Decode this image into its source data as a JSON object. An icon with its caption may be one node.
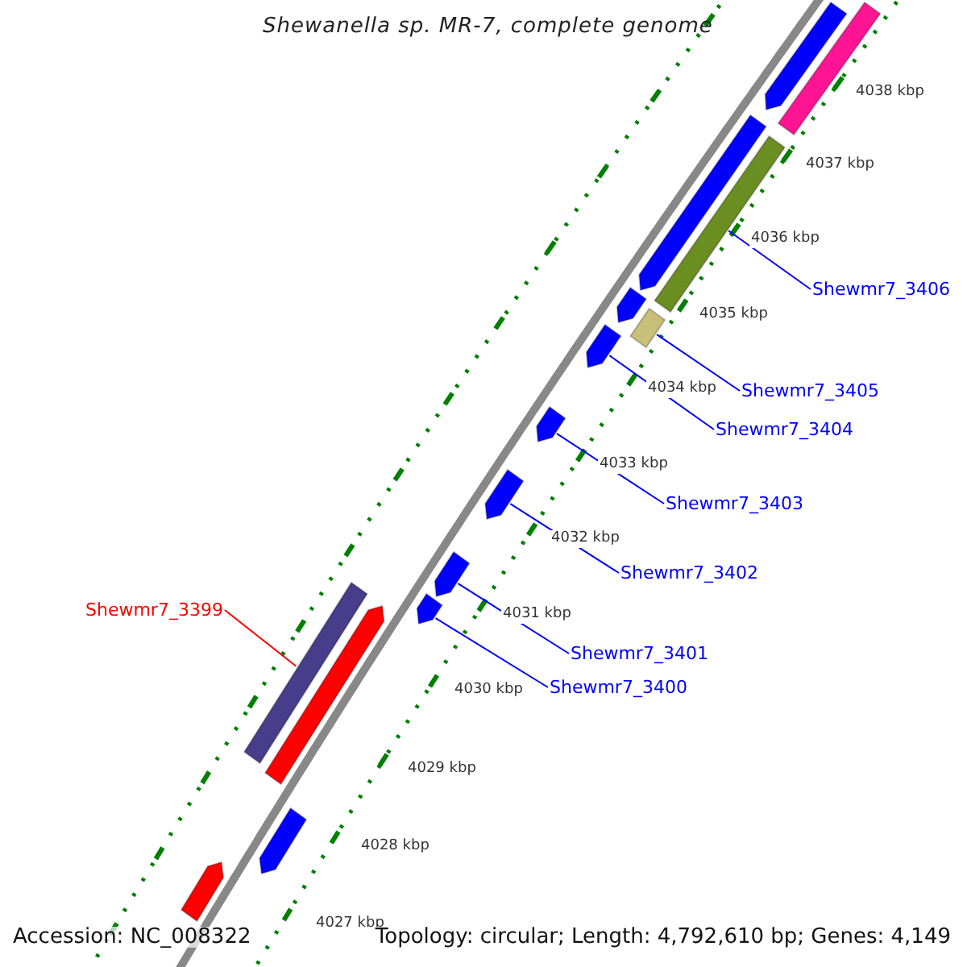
{
  "diagram": {
    "title": "Shewanella sp. MR-7, complete genome",
    "nodes": [
      {
        "text": [
          "Shewmr7_3406"
        ]
      },
      {
        "text": [],
        "shape": "bar"
      },
      {
        "text": [
          "Shewmr7_3405"
        ]
      },
      {
        "text": [],
        "shape": "bar"
      },
      {
        "text": [
          "Shewmr7_3404"
        ]
      },
      {
        "text": [],
        "shape": "pentagon"
      },
      {
        "text": [
          "Shewmr7_3403"
        ]
      },
      {
        "text": [],
        "shape": "pentagon"
      },
      {
        "text": [
          "Shewmr7_3402"
        ]
      },
      {
        "text": [],
        "shape": "pentagon"
      },
      {
        "text": [
          "Shewmr7_3401"
        ]
      },
      {
        "text": [],
        "shape": "pentagon"
      },
      {
        "text": [
          "Shewmr7_3400"
        ]
      },
      {
        "text": [],
        "shape": "pentagon"
      },
      {
        "text": [
          "Shewmr7_3399"
        ]
      },
      {
        "text": [],
        "shape": "bar"
      },
      {
        "text": [],
        "shape": "pentagon"
      },
      {
        "text": [],
        "shape": "pentagon"
      },
      {
        "text": [],
        "shape": "pentagon"
      },
      {
        "text": [],
        "shape": "pentagon"
      },
      {
        "text": [],
        "shape": "bar"
      },
      {
        "text": [],
        "shape": "pentagon"
      },
      {
        "text": [],
        "shape": "pentagon"
      }
    ],
    "edges": [
      {
        "from": 0,
        "to": 1,
        "arrow": "none"
      },
      {
        "from": 2,
        "to": 3,
        "arrow": "none"
      },
      {
        "from": 4,
        "to": 5,
        "arrow": "none"
      },
      {
        "from": 6,
        "to": 7,
        "arrow": "none"
      },
      {
        "from": 8,
        "to": 9,
        "arrow": "none"
      },
      {
        "from": 10,
        "to": 11,
        "arrow": "none"
      },
      {
        "from": 12,
        "to": 13,
        "arrow": "none"
      },
      {
        "from": 14,
        "to": 15,
        "arrow": "none",
        "color": "#ff0000"
      }
    ],
    "labels": [
      "4038 kbp",
      "4037 kbp",
      "4036 kbp",
      "4035 kbp",
      "4034 kbp",
      "4033 kbp",
      "4032 kbp",
      "4031 kbp",
      "4030 kbp",
      "4029 kbp",
      "4028 kbp",
      "4027 kbp",
      "Accession: NC_008322",
      "Topology: circular; Length: 4,792,610 bp; Genes: 4,149"
    ]
  }
}
